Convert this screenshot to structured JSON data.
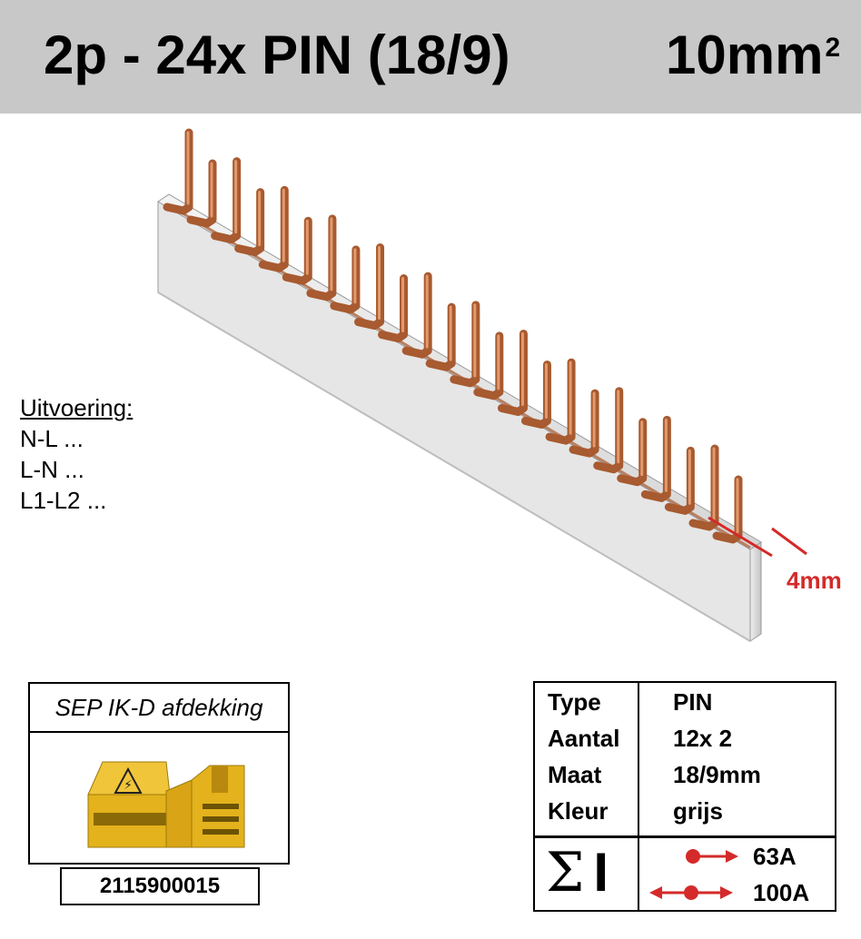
{
  "header": {
    "title": "2p - 24x PIN (18/9)",
    "size_value": "10mm",
    "size_exponent": "2"
  },
  "variants": {
    "heading": "Uitvoering:",
    "items": [
      "N-L ...",
      "L-N ...",
      "L1-L2 ..."
    ]
  },
  "dimension": {
    "label": "4mm"
  },
  "cover": {
    "title": "SEP IK-D afdekking",
    "code": "2115900015"
  },
  "specs": {
    "rows": [
      {
        "key": "Type",
        "value": "PIN"
      },
      {
        "key": "Aantal",
        "value": "12x 2"
      },
      {
        "key": "Maat",
        "value": "18/9mm"
      },
      {
        "key": "Kleur",
        "value": "grijs"
      }
    ],
    "sum_symbol": "Σ",
    "ratings": [
      {
        "icon": "single-feed-arrow-icon",
        "value": "63A"
      },
      {
        "icon": "center-feed-arrow-icon",
        "value": "100A"
      }
    ]
  },
  "colors": {
    "header_bg": "#c8c8c8",
    "accent_red": "#d42a2a",
    "copper": "#c8703f",
    "busbar_gray": "#e4e4e4",
    "cover_yellow": "#e3b21c"
  }
}
